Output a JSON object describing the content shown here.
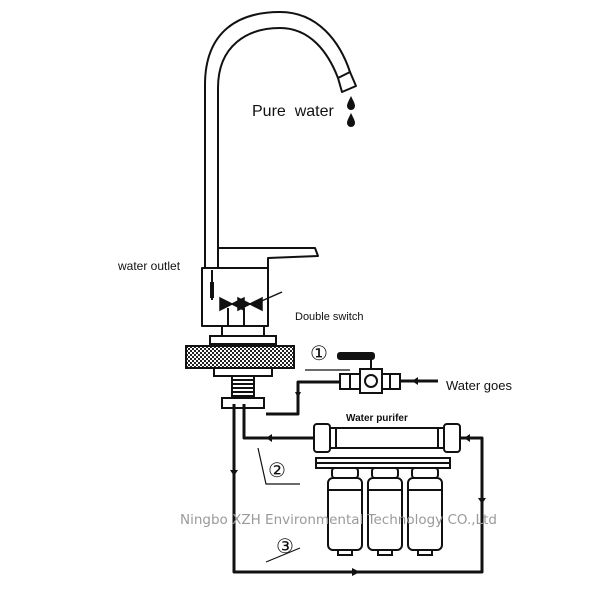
{
  "labels": {
    "pure_water": "Pure  water",
    "water_outlet": "water outlet",
    "double_switch": "Double switch",
    "water_goes": "Water goes",
    "water_purifier": "Water purifer"
  },
  "markers": {
    "m1": "①",
    "m2": "②",
    "m3": "③"
  },
  "watermark": "Ningbo XZH Environmental Technology CO.,Ltd",
  "colors": {
    "line": "#111111",
    "watermark": "#9a9a9a",
    "background": "#ffffff"
  }
}
